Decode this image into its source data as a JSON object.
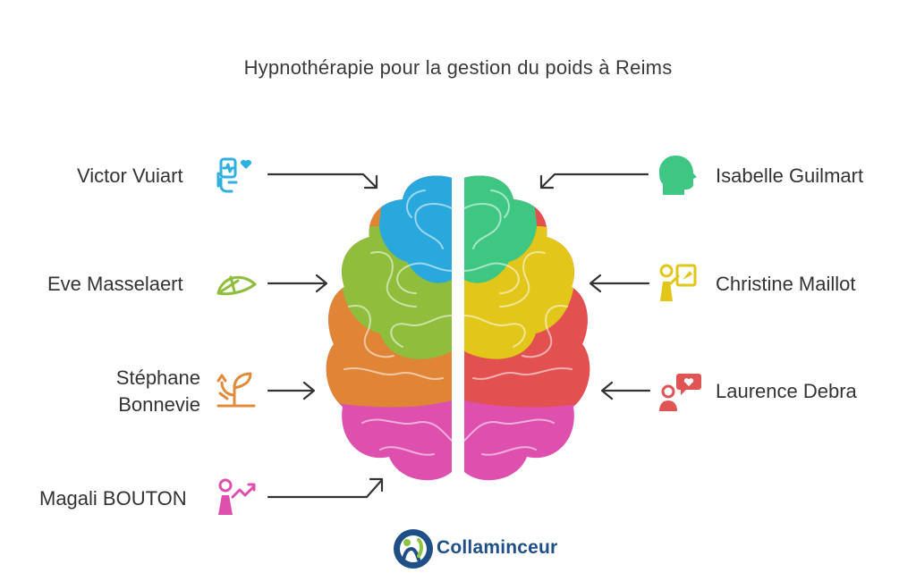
{
  "title": "Hypnothérapie pour la gestion du poids à Reims",
  "left_labels": [
    {
      "name": "Victor Vuiart",
      "icon": "hand-heart-icon",
      "color": "#2fb0e0"
    },
    {
      "name": "Eve Masselaert",
      "icon": "leaf-icon",
      "color": "#8fbe3c"
    },
    {
      "name_line1": "Stéphane",
      "name_line2": "Bonnevie",
      "icon": "sprout-icon",
      "color": "#e08a3a"
    },
    {
      "name": "Magali BOUTON",
      "icon": "person-growth-icon",
      "color": "#de4fae"
    }
  ],
  "right_labels": [
    {
      "name": "Isabelle Guilmart",
      "icon": "head-profile-icon",
      "color": "#3ec783"
    },
    {
      "name": "Christine Maillot",
      "icon": "person-presentation-icon",
      "color": "#e2c619"
    },
    {
      "name": "Laurence Debra",
      "icon": "person-heart-bubble-icon",
      "color": "#e05454"
    }
  ],
  "brain_colors": {
    "blue": "#29a8de",
    "green_left": "#8fbe3c",
    "orange": "#e08535",
    "pink": "#de4fae",
    "teal": "#3ec783",
    "yellow": "#e2c619",
    "red": "#e35050"
  },
  "logo": {
    "text": "Collaminceur",
    "icon": "collaminceur-logo-icon"
  }
}
